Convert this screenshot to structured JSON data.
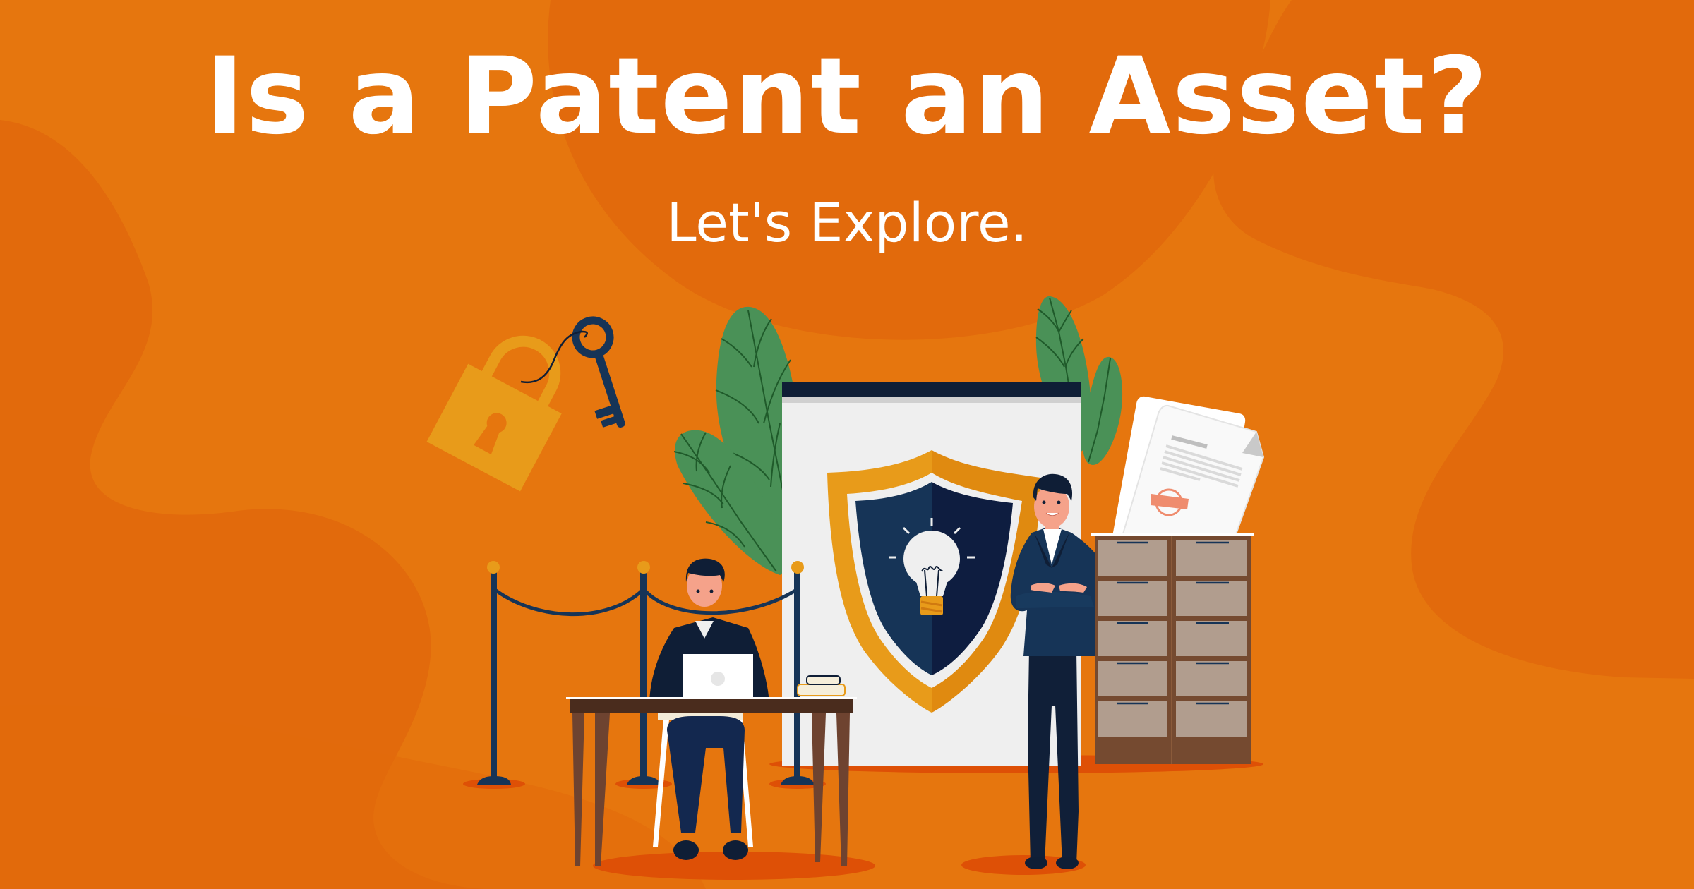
{
  "banner": {
    "title": "Is a Patent an Asset?",
    "subtitle": "Let's Explore."
  },
  "colors": {
    "background": "#E6760E",
    "background_blob": "#E26A0C",
    "floor_shadow": "#DE5006",
    "text": "#FFFFFF",
    "navy": "#163457",
    "navy_dark": "#0F1E36",
    "gold": "#E89B1A",
    "leaf": "#4A9157",
    "board": "#EFEFEF",
    "cabinet": "#754A30",
    "drawer": "#B19D8E",
    "skin": "#F5A28A"
  },
  "illustration": {
    "elements": [
      "padlock-icon",
      "key-icon",
      "rope-barrier",
      "plant-leaves",
      "board-with-shield",
      "lightbulb-icon",
      "seated-man-with-laptop",
      "desk",
      "books",
      "standing-man",
      "filing-cabinet",
      "documents"
    ]
  }
}
